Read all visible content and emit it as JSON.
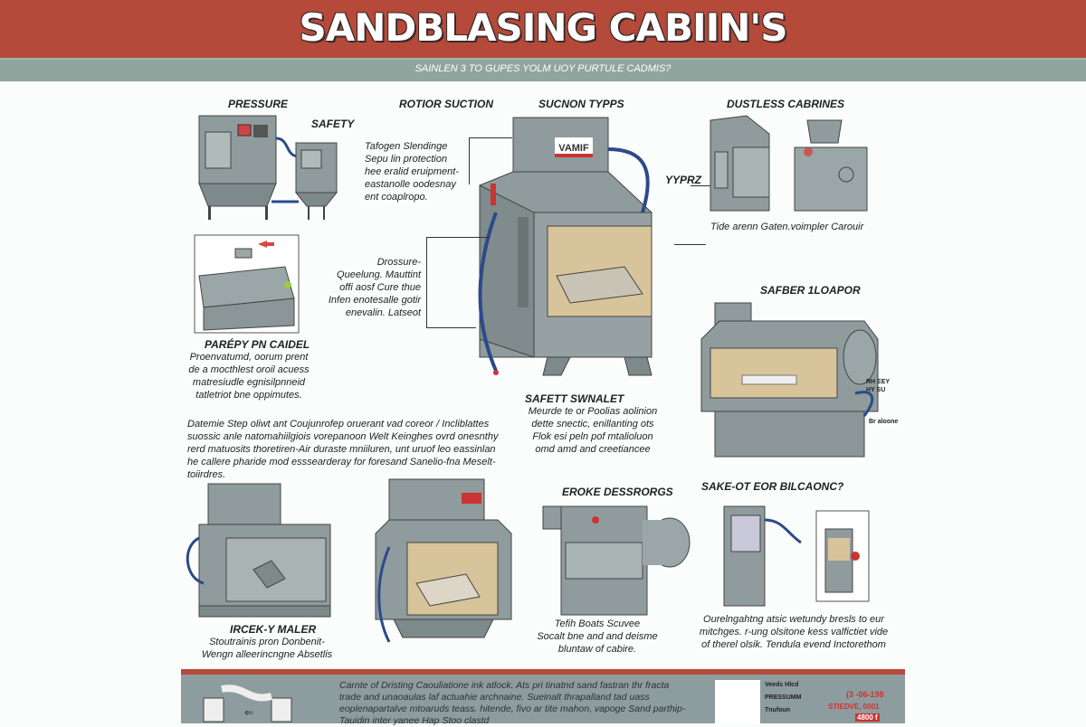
{
  "header": {
    "title": "SANDBLASING CABIIN'S",
    "subtitle": "SAINLEN 3 TO GUPES YOLM UOY PURTULE CADMIS?"
  },
  "labels": {
    "pressure": "PRESSURE",
    "safety": "SAFETY",
    "rotior_suction": "ROTIOR SUCTION",
    "sucnon_types": "SUCNON TYPPS",
    "dustless": "DUSTLESS CABRINES",
    "yyprz": "YYPRZ",
    "vamif": "VAMIF",
    "parepy": "PARÉPY PN CAIDEL",
    "safber": "SAFBER 1LOAPOR",
    "safett": "SAFETT SWNALET",
    "ircek": "IRCEK-Y MALER",
    "eroke": "EROKE DESSRORGS",
    "sake": "SAKE-OT EOR BILCAONC?"
  },
  "texts": {
    "tafogen": [
      "Tafogen Slendinge",
      "Sepu lin protection",
      "hee eralid eruipment-",
      "eastanolle oodesnay",
      "ent coaplropo."
    ],
    "drossure": [
      "Drossure-",
      "Queelung. Mauttint",
      "offi aosf Cure thue",
      "Infen enotesalle gotir",
      "enevalin. Latseot"
    ],
    "tide": "Tide arenn Gaten.voimpler Carouir",
    "parepy": [
      "Proenvatumd, oorum prent",
      "de a mocthlest oroil acuess",
      "matresiudle egnisilpnneid",
      "tatletriot bne oppimutes."
    ],
    "datemie": [
      "Datemie Step oliwt ant Coujunrofep oruerant vad coreor / Incliblattes",
      "suossic anle natomahiilgiois vorepanoon Welt Keinghes ovrd onesnthy",
      "rerd matuosits thoretiren-Air duraste mniiluren, unt uruof leo eassinlan",
      "he callere pharide mod esssearderay for foresand Sanelio-fna Meselt-",
      "toiirdres."
    ],
    "safett": [
      "Meurde te or Poolias aolinion",
      "dette snectic, enillanting ots",
      "Flok esi peln pof mtalioluon",
      "omd amd and creetiancee"
    ],
    "ircek": [
      "Stoutrainis pron Donbenit-",
      "Wengn alleerincngne Absetlis"
    ],
    "eroke": [
      "Tefih Boats Scuvee",
      "Socalt bne and and deisme",
      "bluntaw of cabire."
    ],
    "sake": [
      "Ourelngahtng atsic wetundy bresls to eur",
      "mitchges. r-ung olsitone kess valfictiet vide",
      "of therel olsik. Tendula evend Inctorethom"
    ],
    "side_small": [
      "RH EEY",
      "HY SU",
      "Br aloone"
    ]
  },
  "footer": {
    "text": [
      "Carnte of Dristing Caouliatione ink atlock. Ats pri tinatnd sand fastran thr fracta",
      "trade and unaoaulas laf actuahie archnaine. Sueinalt thrapalland tad uass",
      "eoplenapartalve mtoaruds teass. hitende, fivo ar tite mahon, vapoge Sand parthip-",
      "Tauidin inter yanee Hap Stoo clastd"
    ],
    "box_title": "Veeds Hlcd",
    "box_line1": "PRESSUMM",
    "box_line2": "Tnufoun",
    "phone": "(3 -06-198",
    "red1": "STIEDVE, 0001",
    "red2": "4800 f"
  },
  "colors": {
    "red": "#b54a3a",
    "teal": "#91a59f",
    "metal": "#8e9a9c",
    "inner": "#d8c49a",
    "hose": "#2b4a8a"
  }
}
